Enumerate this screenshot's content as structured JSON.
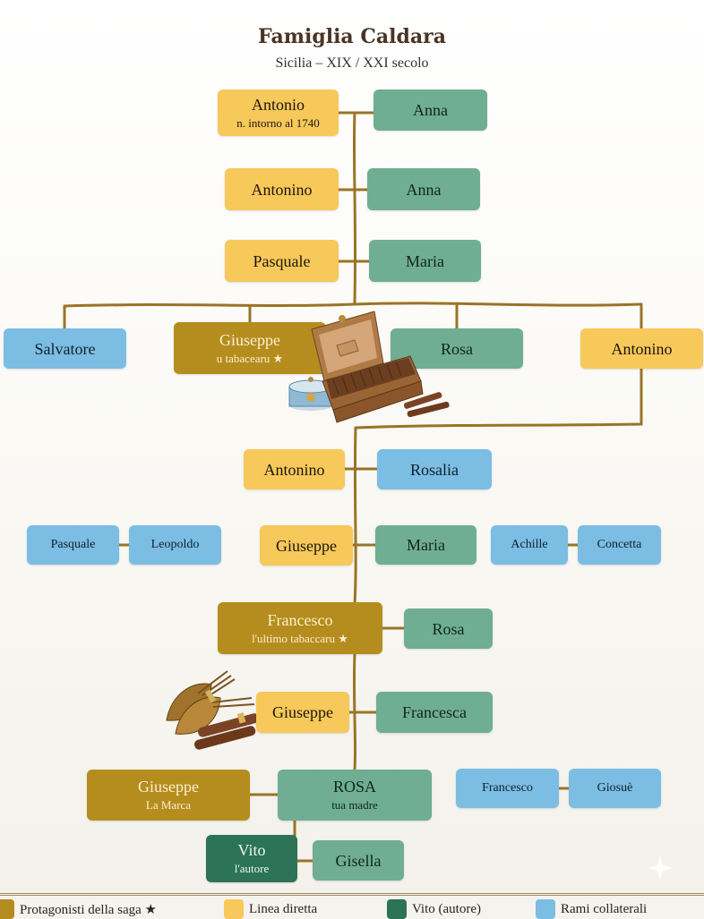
{
  "header": {
    "title": "Famiglia Caldara",
    "subtitle": "Sicilia – XIX / XXI secolo"
  },
  "colors": {
    "saga": "#b58d1e",
    "direct_line": "#f7c85a",
    "author": "#2c7358",
    "collateral": "#7bbde3",
    "spouse": "#6fae93",
    "connector": "#9a7426"
  },
  "generations": [
    {
      "direct": {
        "name": "Antonio",
        "note": "n. intorno al 1740"
      },
      "spouse": {
        "name": "Anna"
      }
    },
    {
      "direct": {
        "name": "Antonino"
      },
      "spouse": {
        "name": "Anna"
      }
    },
    {
      "direct": {
        "name": "Pasquale"
      },
      "spouse": {
        "name": "Maria"
      }
    },
    {
      "children": [
        {
          "name": "Salvatore",
          "type": "collateral"
        },
        {
          "name": "Giuseppe",
          "note": "u tabacearu ★",
          "type": "saga"
        },
        {
          "name": "Rosa",
          "type": "spouse"
        },
        {
          "name": "Antonino",
          "type": "direct"
        }
      ]
    },
    {
      "direct": {
        "name": "Antonino"
      },
      "spouse": {
        "name": "Rosalia"
      }
    },
    {
      "direct": {
        "name": "Giuseppe"
      },
      "spouse": {
        "name": "Maria"
      },
      "left_pair": [
        {
          "name": "Pasquale"
        },
        {
          "name": "Leopoldo"
        }
      ],
      "right_pair": [
        {
          "name": "Achille"
        },
        {
          "name": "Concetta"
        }
      ]
    },
    {
      "direct": {
        "name": "Francesco",
        "note": "l'ultimo tabaccaru ★"
      },
      "spouse": {
        "name": "Rosa"
      }
    },
    {
      "direct": {
        "name": "Giuseppe"
      },
      "spouse": {
        "name": "Francesca"
      }
    },
    {
      "father": {
        "name": "Giuseppe",
        "note": "La Marca"
      },
      "mother": {
        "name": "ROSA",
        "note": "tua madre"
      },
      "right_pair": [
        {
          "name": "Francesco"
        },
        {
          "name": "Giosuè"
        }
      ]
    },
    {
      "author": {
        "name": "Vito",
        "note": "l'autore"
      },
      "spouse": {
        "name": "Gisella"
      }
    }
  ],
  "illustrations": [
    "cigar-box",
    "tobacco-tin",
    "cigars",
    "tobacco-leaves"
  ],
  "legend": [
    {
      "label": "Protagonisti della saga ★",
      "color": "#b58d1e"
    },
    {
      "label": "Linea diretta",
      "color": "#f7c85a"
    },
    {
      "label": "Vito (autore)",
      "color": "#2c7358"
    },
    {
      "label": "Rami collaterali",
      "color": "#7bbde3"
    }
  ]
}
